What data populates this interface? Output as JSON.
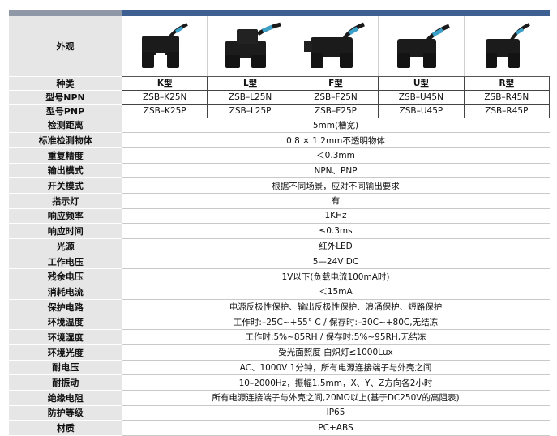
{
  "header": {
    "left_color": "#8e98a6",
    "right_color": "#3e5f92"
  },
  "labels": {
    "appearance": "外观",
    "type": "种类",
    "npn": "型号NPN",
    "pnp": "型号PNP"
  },
  "models": [
    {
      "type": "K型",
      "npn": "ZSB–K25N",
      "pnp": "ZSB–K25P",
      "icon": "k-type-sensor-photo"
    },
    {
      "type": "L型",
      "npn": "ZSB–L25N",
      "pnp": "ZSB–L25P",
      "icon": "l-type-sensor-photo"
    },
    {
      "type": "F型",
      "npn": "ZSB–F25N",
      "pnp": "ZSB–F25P",
      "icon": "f-type-sensor-photo"
    },
    {
      "type": "U型",
      "npn": "ZSB–U45N",
      "pnp": "ZSB–U45P",
      "icon": "u-type-sensor-photo"
    },
    {
      "type": "R型",
      "npn": "ZSB–R45N",
      "pnp": "ZSB–R45P",
      "icon": "r-type-sensor-photo"
    }
  ],
  "specs": [
    {
      "label": "检测距离",
      "value": "5mm(槽宽)"
    },
    {
      "label": "标准检测物体",
      "value": "0.8 × 1.2mm不透明物体"
    },
    {
      "label": "重复精度",
      "value": "＜0.3mm"
    },
    {
      "label": "输出模式",
      "value": "NPN、PNP"
    },
    {
      "label": "开关模式",
      "value": "根据不同场景，应对不同输出要求"
    },
    {
      "label": "指示灯",
      "value": "有"
    },
    {
      "label": "响应频率",
      "value": "1KHz"
    },
    {
      "label": "响应时间",
      "value": "≤0.3ms"
    },
    {
      "label": "光源",
      "value": "红外LED"
    },
    {
      "label": "工作电压",
      "value": "5—24V DC"
    },
    {
      "label": "残余电压",
      "value": "1V以下(负载电流100mA时)"
    },
    {
      "label": "消耗电流",
      "value": "＜15mA"
    },
    {
      "label": "保护电路",
      "value": "电源反极性保护、输出反极性保护、浪涌保护、短路保护"
    },
    {
      "label": "环境温度",
      "value": "工作时:–25C~+55° C / 保存时:–30C~+80C,无结冻"
    },
    {
      "label": "环境湿度",
      "value": "工作时:5%~85RH / 保存时:5%~95RH,无结冻"
    },
    {
      "label": "环境光度",
      "value": "受光面照度 白炽灯≤1000Lux"
    },
    {
      "label": "耐电压",
      "value": "AC、1000V 1分钟，所有电源连接端子与外壳之间"
    },
    {
      "label": "耐振动",
      "value": "10–2000Hz，振幅1.5mm，X、Y、Z方向各2小时"
    },
    {
      "label": "绝缘电阻",
      "value": "所有电源连接端子与外壳之间,20MΩ以上(基于DC250V的高阻表)"
    },
    {
      "label": "防护等级",
      "value": "IP65"
    },
    {
      "label": "材质",
      "value": "PC+ABS"
    }
  ]
}
